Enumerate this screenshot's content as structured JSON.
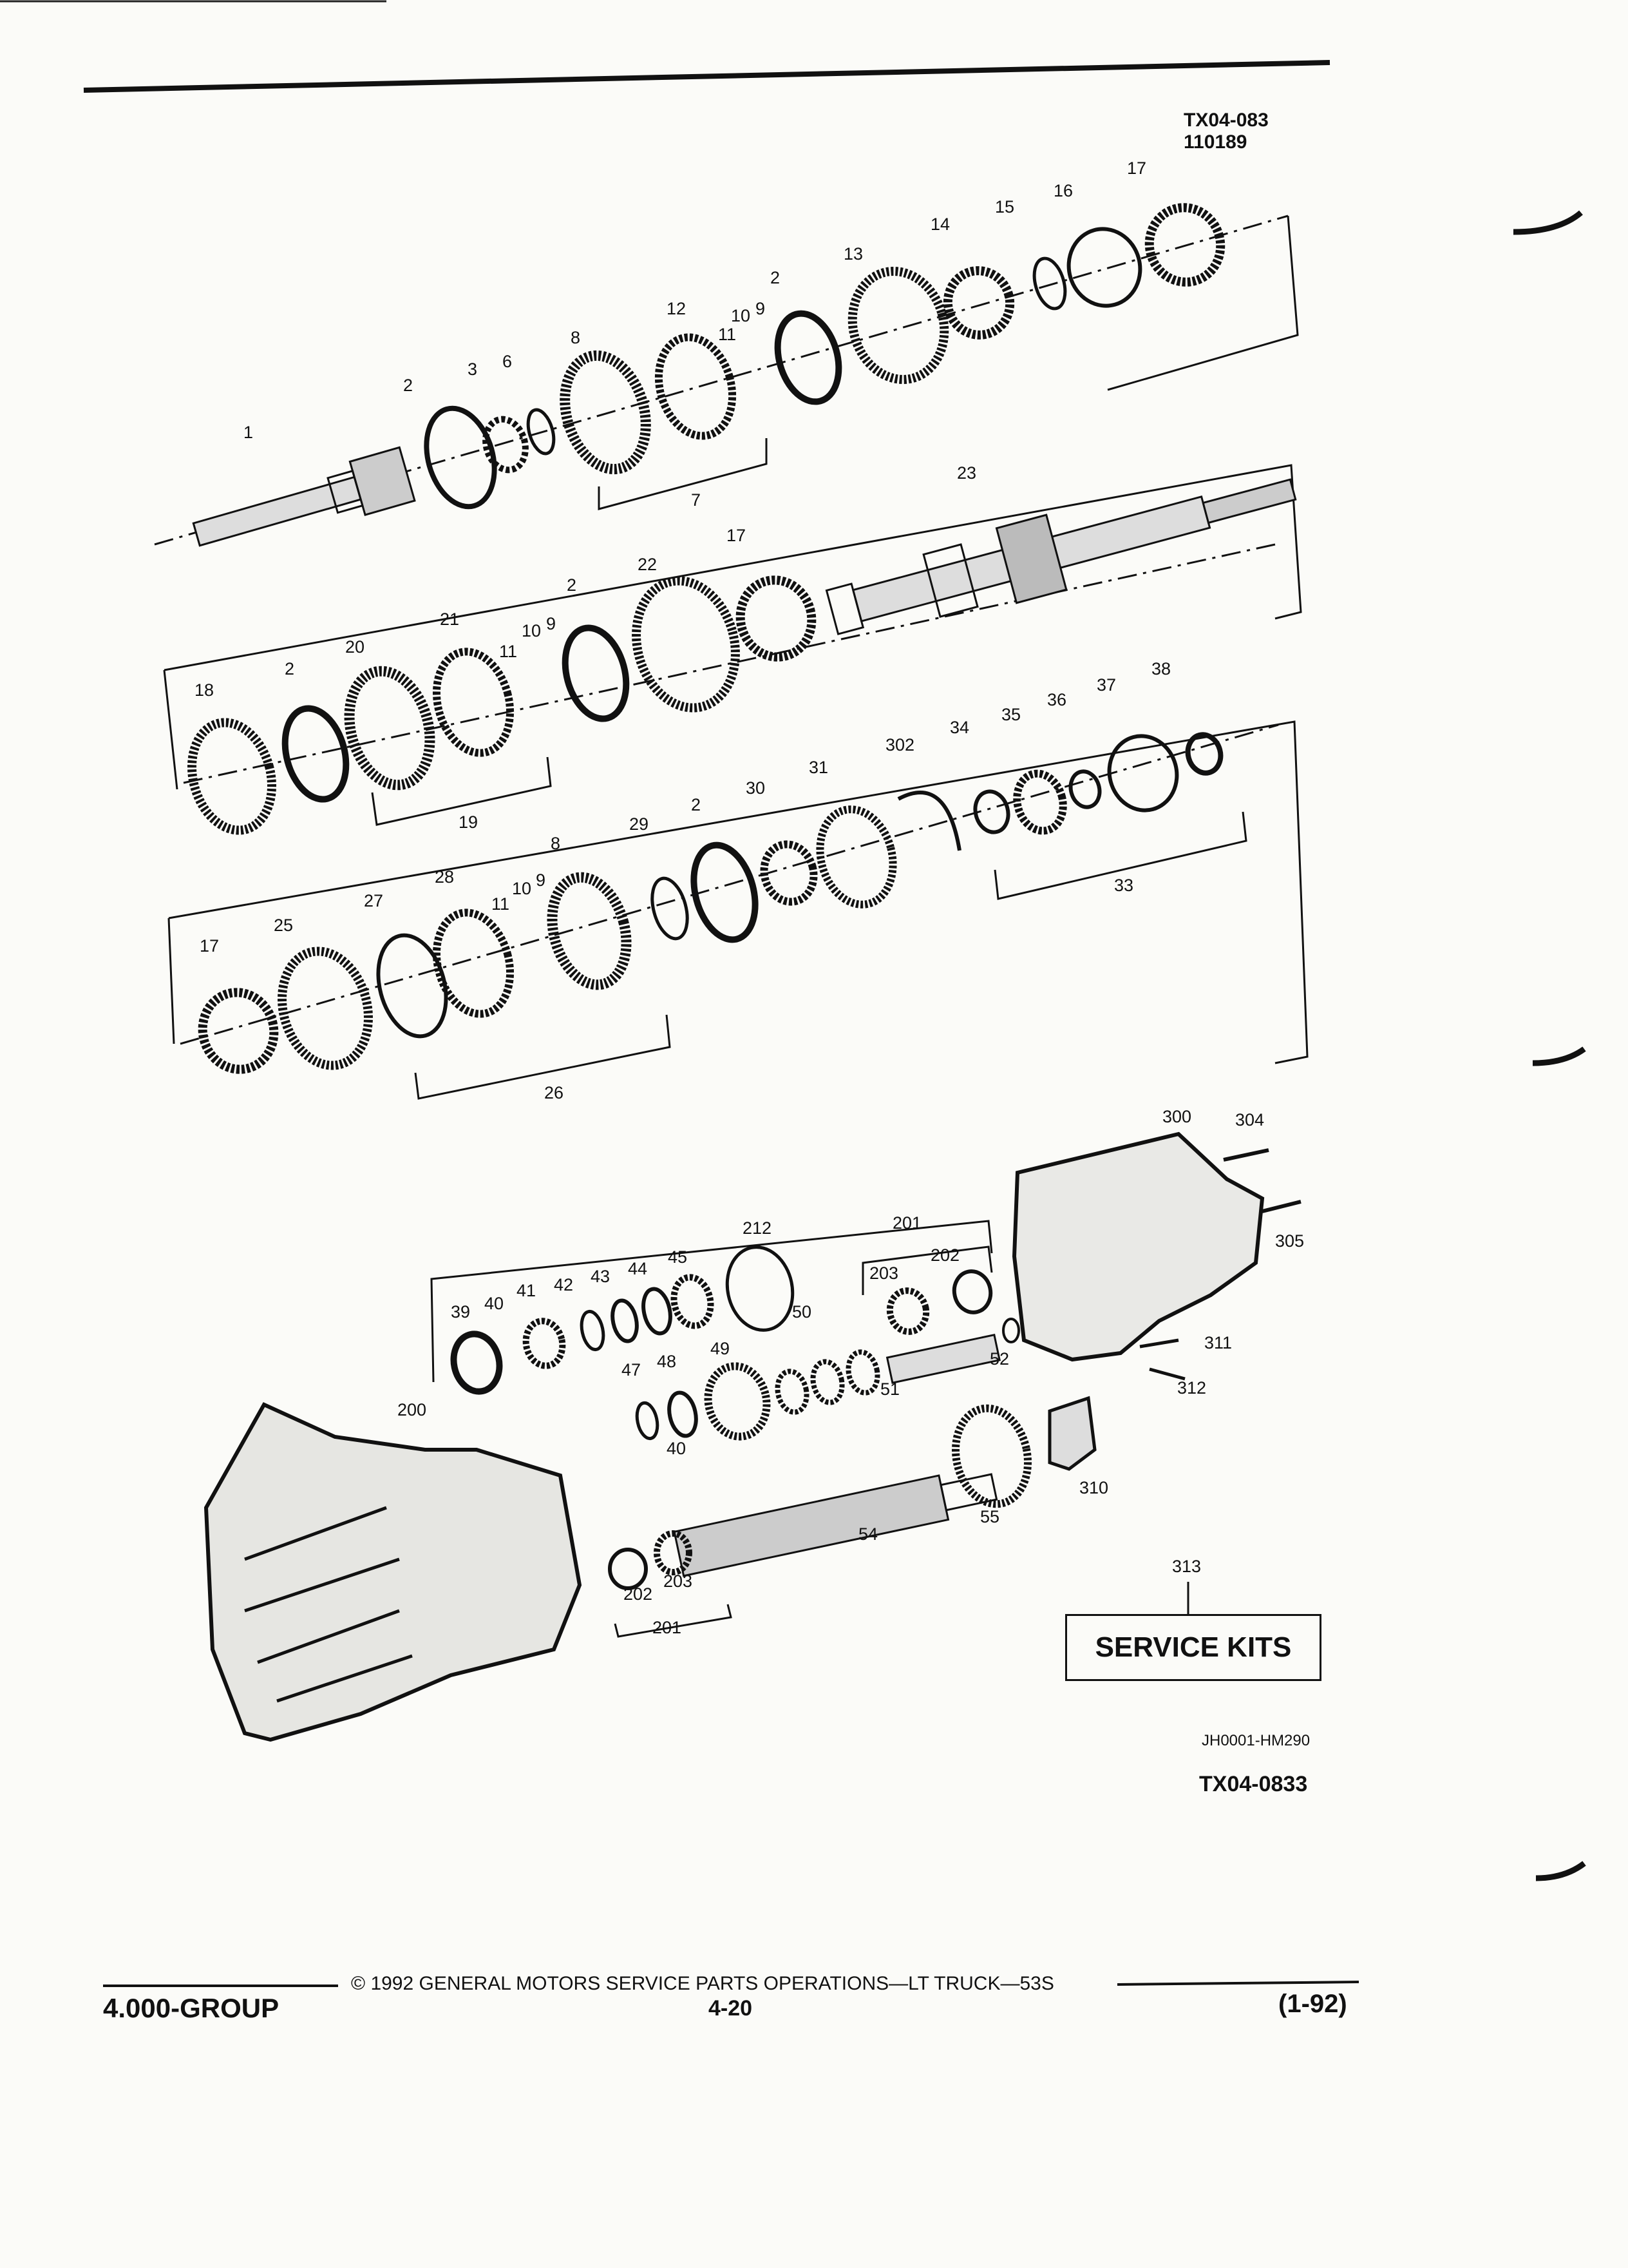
{
  "header": {
    "drawing_id": "TX04-083",
    "drawing_date": "110189"
  },
  "callouts": {
    "c1": "1",
    "c2a": "2",
    "c3": "3",
    "c6": "6",
    "c8a": "8",
    "c12": "12",
    "c11a": "11",
    "c10a": "10",
    "c9a": "9",
    "c2b": "2",
    "c13": "13",
    "c14": "14",
    "c15": "15",
    "c16": "16",
    "c17a": "17",
    "c7": "7",
    "c23": "23",
    "c17b": "17",
    "c22": "22",
    "c2c": "2",
    "c21": "21",
    "c11b": "11",
    "c10b": "10",
    "c9b": "9",
    "c20": "20",
    "c2d": "2",
    "c18": "18",
    "c19": "19",
    "c38": "38",
    "c37": "37",
    "c36": "36",
    "c35": "35",
    "c34": "34",
    "c302": "302",
    "c31": "31",
    "c30": "30",
    "c2e": "2",
    "c29": "29",
    "c8b": "8",
    "c28": "28",
    "c11c": "11",
    "c10c": "10",
    "c9c": "9",
    "c27": "27",
    "c25": "25",
    "c17c": "17",
    "c26": "26",
    "c33": "33",
    "c300": "300",
    "c304": "304",
    "c305": "305",
    "c212": "212",
    "c201a": "201",
    "c203a": "203",
    "c202a": "202",
    "c39": "39",
    "c40a": "40",
    "c41": "41",
    "c42": "42",
    "c43": "43",
    "c44": "44",
    "c45": "45",
    "c50": "50",
    "c52": "52",
    "c51": "51",
    "c311": "311",
    "c312": "312",
    "c47": "47",
    "c48": "48",
    "c49": "49",
    "c40b": "40",
    "c200": "200",
    "c310": "310",
    "c55": "55",
    "c54": "54",
    "c202b": "202",
    "c203b": "203",
    "c201b": "201",
    "c313": "313"
  },
  "service_kits_label": "SERVICE KITS",
  "ref_code_small": "JH0001-HM290",
  "ref_code_large": "TX04-0833",
  "footer": {
    "section": "4.000-GROUP",
    "copyright_line": "©  1992  GENERAL MOTORS SERVICE PARTS OPERATIONS—LT TRUCK—53S",
    "page": "4-20",
    "revision": "(1-92)"
  }
}
